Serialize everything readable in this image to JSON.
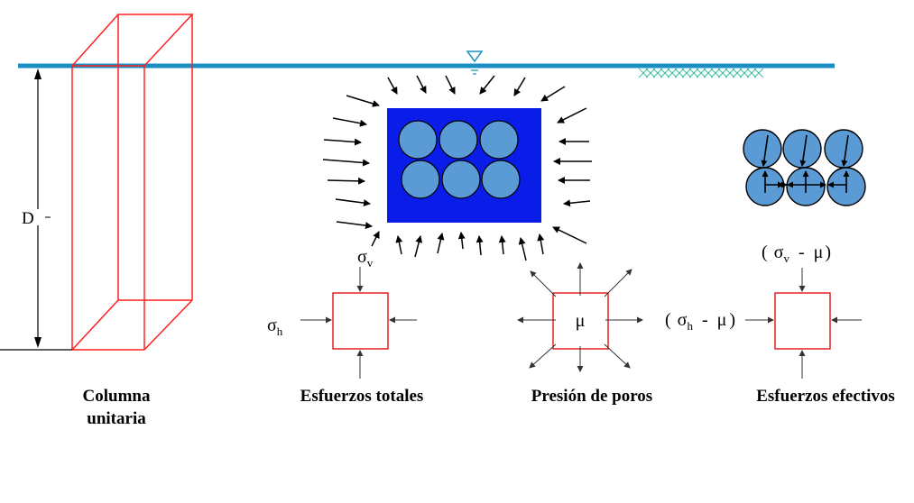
{
  "colors": {
    "water_line": "#1a8fc4",
    "column": "#ff2020",
    "soil_block": "#0a1de8",
    "grain": "#5b9bd5",
    "ground_hatch": "#3cbfa0",
    "stress_box": "#e00000"
  },
  "labels": {
    "depth": "D",
    "column_line1": "Columna",
    "column_line2": "unitaria",
    "total_stress": "Esfuerzos totales",
    "pore_pressure": "Presión de poros",
    "effective_stress": "Esfuerzos efectivos"
  },
  "symbols": {
    "sigma": "σ",
    "sub_v": "v",
    "sub_h": "h",
    "mu": "μ",
    "open_paren": "(",
    "close_paren": ")",
    "minus": "-"
  },
  "icons": {
    "water_table": "inverted-triangle-water-table-icon"
  }
}
